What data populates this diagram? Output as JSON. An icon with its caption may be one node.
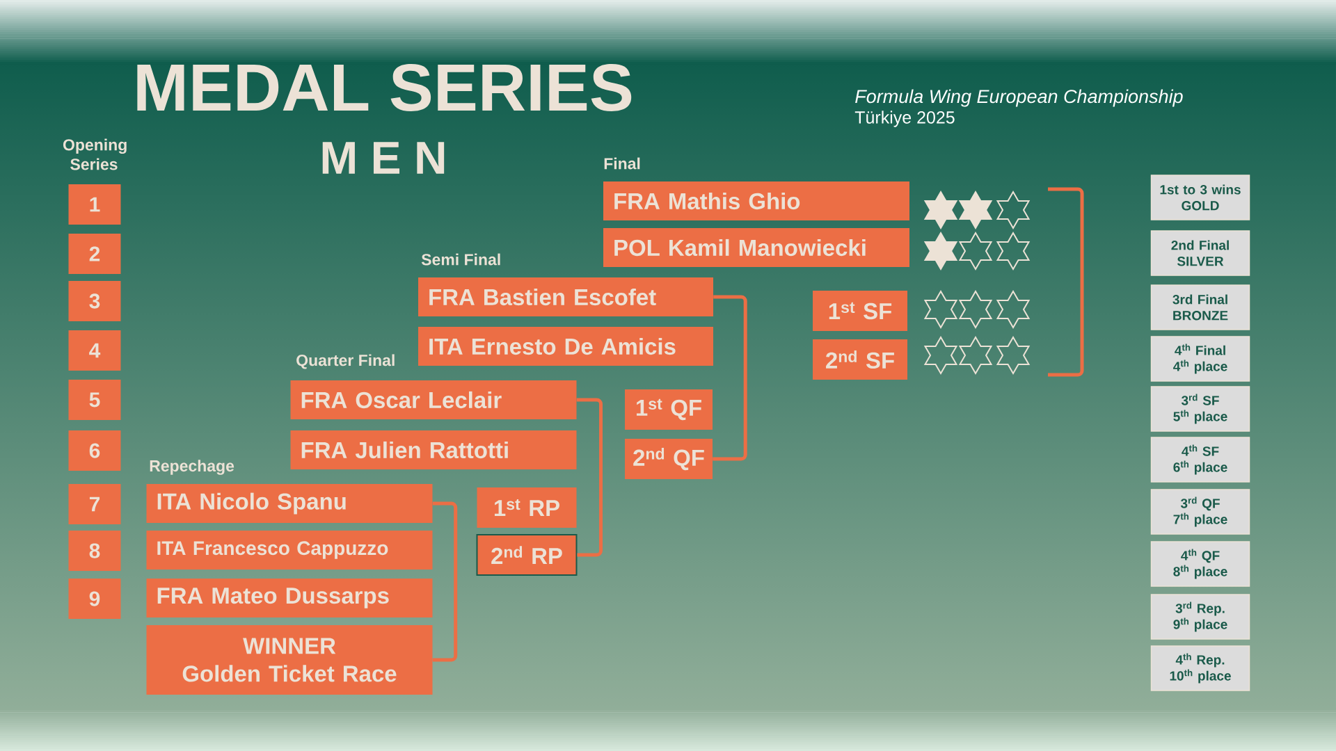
{
  "diagram": {
    "title": "MEDAL SERIES",
    "nodes": [
      {
        "text": [
          "1"
        ],
        "beside": [
          "Opening Series"
        ]
      },
      {
        "text": [
          "2"
        ]
      },
      {
        "text": [
          "3"
        ]
      },
      {
        "text": [
          "4"
        ]
      },
      {
        "text": [
          "5"
        ]
      },
      {
        "text": [
          "6"
        ]
      },
      {
        "text": [
          "7"
        ]
      },
      {
        "text": [
          "8"
        ]
      },
      {
        "text": [
          "9"
        ]
      },
      {
        "text": [
          "FRA Mathis Ghio"
        ],
        "beside": [
          "Final"
        ]
      },
      {
        "text": [
          "POL Kamil Manowiecki"
        ]
      },
      {
        "text": [
          "FRA Bastien Escofet"
        ],
        "beside": [
          "Semi Final"
        ]
      },
      {
        "text": [
          "ITA Ernesto De Amicis"
        ]
      },
      {
        "text": [
          "1$^{st}$ SF"
        ]
      },
      {
        "text": [
          "2$^{nd}$ SF"
        ]
      },
      {
        "text": [
          "FRA Oscar Leclair"
        ],
        "beside": [
          "Quarter Final"
        ]
      },
      {
        "text": [
          "FRA Julien Rattotti"
        ]
      },
      {
        "text": [
          "1$^{st}$ QF"
        ]
      },
      {
        "text": [
          "2$^{nd}$ QF"
        ]
      },
      {
        "text": [
          "ITA Nicolo Spanu"
        ],
        "beside": [
          "Repechage"
        ]
      },
      {
        "text": [
          "ITA Francesco Cappuzzo"
        ]
      },
      {
        "text": [
          "FRA Mateo Dussarps"
        ]
      },
      {
        "text": [
          "WINNER",
          "Golden Ticket Race"
        ]
      },
      {
        "text": [
          "1$^{st}$ RP"
        ]
      },
      {
        "text": [
          "2$^{nd}$ RP"
        ]
      },
      {
        "text": [
          "1st to 3 wins",
          "GOLD"
        ]
      },
      {
        "text": [
          "2nd Final",
          "SILVER"
        ]
      },
      {
        "text": [
          "3rd Final",
          "BRONZE"
        ]
      },
      {
        "text": [
          "4$^{th}$ Final",
          "4$^{th}$ place"
        ]
      },
      {
        "text": [
          "3$^{rd}$ SF",
          "5$^{th}$ place"
        ]
      },
      {
        "text": [
          "4$^{th}$ SF",
          "6$^{th}$ place"
        ]
      },
      {
        "text": [
          "3$^{rd}$ QF",
          "7$^{th}$ place"
        ]
      },
      {
        "text": [
          "4$^{th}$ QF",
          "8$^{th}$ place"
        ]
      },
      {
        "text": [
          "3$^{rd}$ Rep.",
          "9$^{th}$ place"
        ]
      },
      {
        "text": [
          "4$^{th}$ Rep.",
          "10$^{th}$ place"
        ]
      }
    ],
    "edges": [
      {
        "from": 19,
        "to": 22,
        "arrow": "none"
      },
      {
        "from": 24,
        "to": 15,
        "arrow": "none"
      },
      {
        "from": 18,
        "to": 11,
        "arrow": "none"
      }
    ],
    "labels": [
      "Formula Wing European Championship",
      "Türkiye 2025",
      "M E N"
    ]
  }
}
